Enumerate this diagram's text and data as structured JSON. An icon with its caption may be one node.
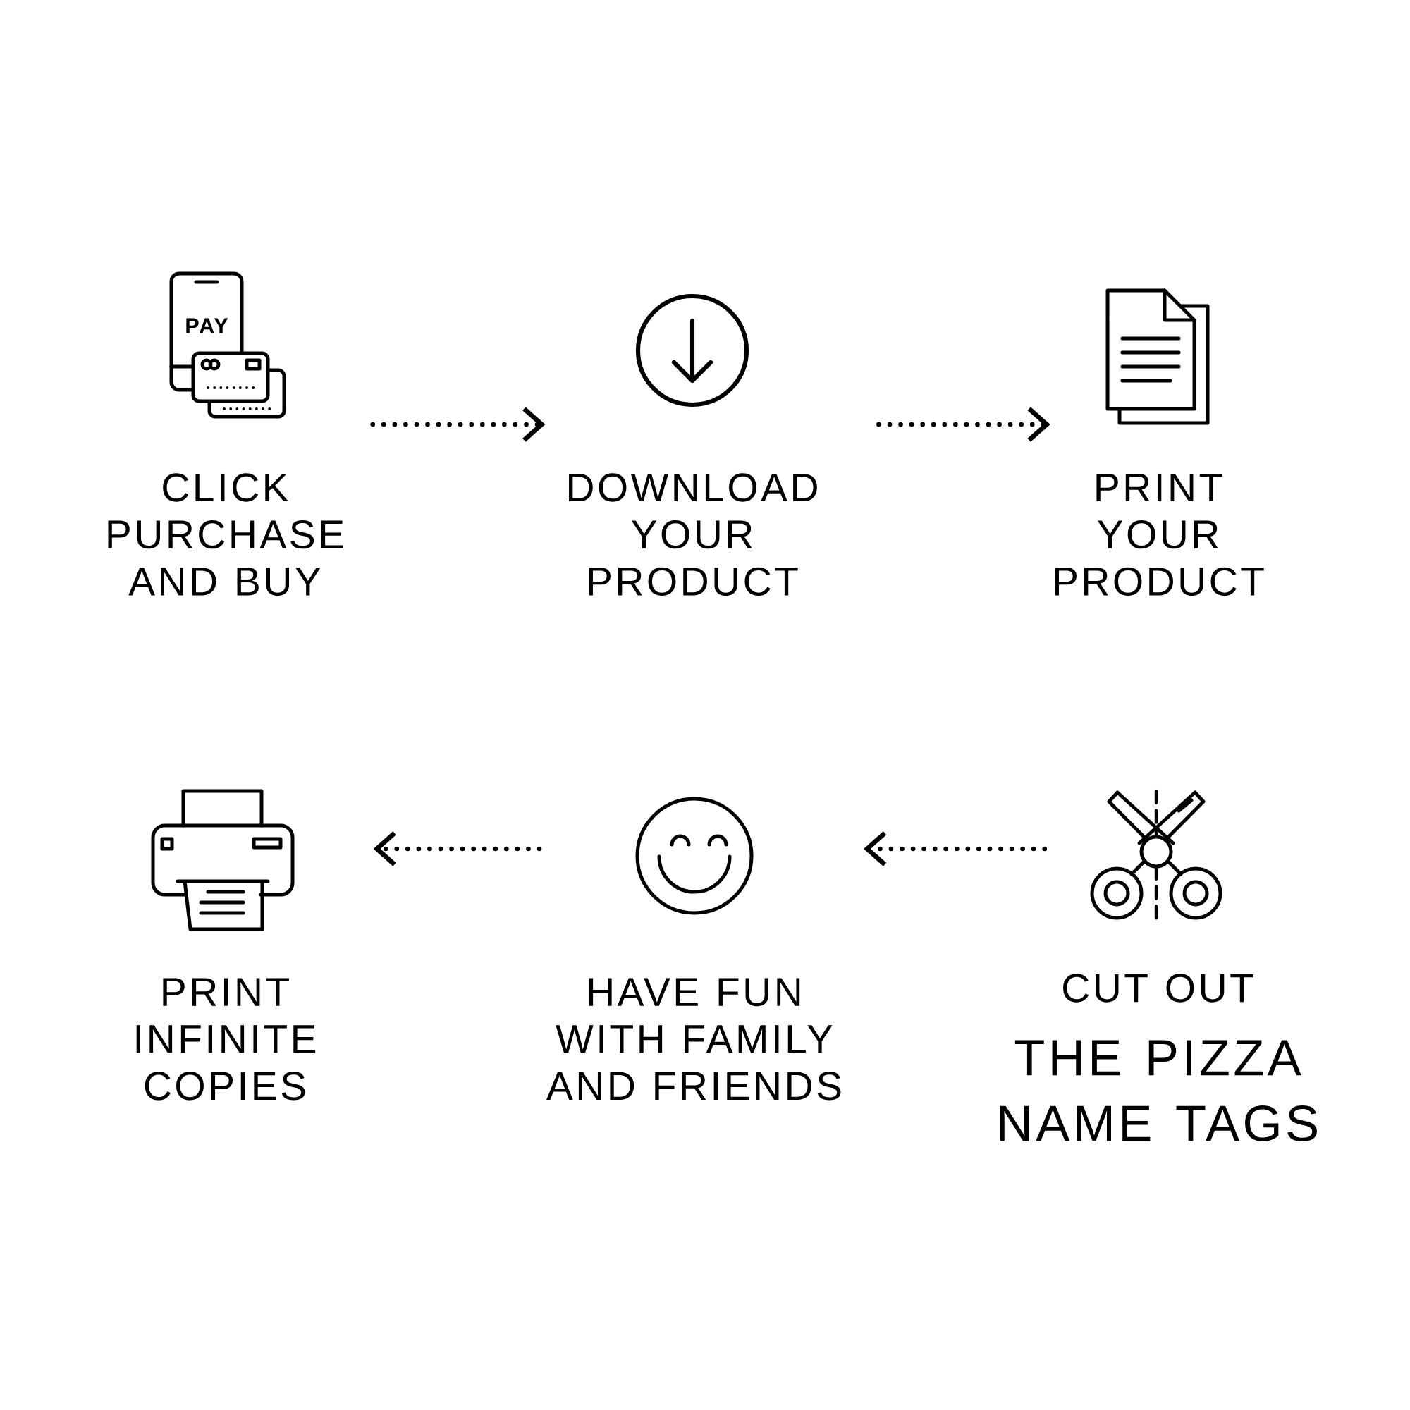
{
  "diagram": {
    "nodes": [
      {
        "text": [
          "CLICK PURCHASE AND BUY"
        ]
      },
      {
        "text": [
          "DOWNLOAD YOUR PRODUCT"
        ]
      },
      {
        "text": [
          "PRINT YOUR PRODUCT"
        ]
      },
      {
        "text": [
          "PRINT INFINITE COPIES"
        ]
      },
      {
        "text": [
          "HAVE FUN WITH FAMILY AND FRIENDS"
        ]
      },
      {
        "text": [
          "CUT OUT",
          "THE PIZZA NAME TAGS"
        ]
      }
    ],
    "edges": [
      {
        "from": 0,
        "to": 1,
        "arrow": "to"
      },
      {
        "from": 1,
        "to": 2,
        "arrow": "to"
      },
      {
        "from": 5,
        "to": 4,
        "arrow": "to"
      },
      {
        "from": 4,
        "to": 3,
        "arrow": "to"
      }
    ],
    "labels": [
      "PAY"
    ]
  }
}
